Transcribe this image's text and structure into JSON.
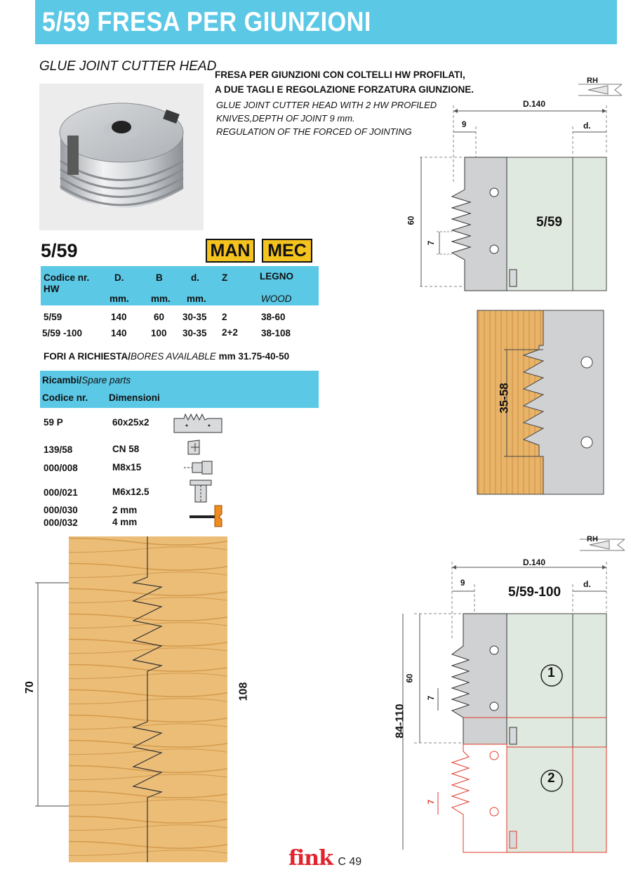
{
  "header": {
    "title": "5/59 FRESA PER GIUNZIONI"
  },
  "product": {
    "subtitle": "GLUE JOINT CUTTER HEAD",
    "desc_it_1": "FRESA PER GIUNZIONI CON COLTELLI HW PROFILATI,",
    "desc_it_2": "A DUE TAGLI E REGOLAZIONE FORZATURA GIUNZIONE.",
    "desc_en_1": "GLUE JOINT CUTTER HEAD  WITH 2 HW PROFILED",
    "desc_en_2": "KNIVES,DEPTH OF JOINT 9 mm.",
    "desc_en_3": "REGULATION OF THE FORCED OF JOINTING",
    "code": "5/59",
    "badge_man": "MAN",
    "badge_mec": "MEC"
  },
  "table": {
    "head": {
      "code_1": "Codice nr.",
      "code_2": "HW",
      "d": "D.",
      "b": "B",
      "bore": "d.",
      "z": "Z",
      "legno": "LEGNO",
      "unit_d": "mm.",
      "unit_b": "mm.",
      "unit_bore": "mm.",
      "wood": "WOOD"
    },
    "rows": [
      {
        "code": "5/59",
        "d": "140",
        "b": "60",
        "bore": "30-35",
        "z": "2",
        "legno": "38-60"
      },
      {
        "code": "5/59 -100",
        "d": "140",
        "b": "100",
        "bore": "30-35",
        "z": "2+2",
        "legno": "38-108"
      }
    ]
  },
  "bores": {
    "label_it": "FORI A RICHIESTA/",
    "label_en": "BORES AVAILABLE",
    "values": " mm 31.75-40-50"
  },
  "spares": {
    "title_it": "Ricambi/",
    "title_en": "Spare parts",
    "col_code": "Codice nr.",
    "col_dim": "Dimensioni",
    "items": [
      {
        "code": "59 P",
        "dim": "60x25x2"
      },
      {
        "code": "139/58",
        "dim": "CN 58"
      },
      {
        "code": "000/008",
        "dim": "M8x15"
      },
      {
        "code": "000/021",
        "dim": "M6x12.5"
      },
      {
        "code": "000/030",
        "dim": "2 mm"
      },
      {
        "code": "000/032",
        "dim": "4 mm"
      }
    ]
  },
  "diagram_top": {
    "rh": "RH",
    "d140": "D.140",
    "nine": "9",
    "d_small": "d.",
    "sixty": "60",
    "seven": "7",
    "label": "5/59"
  },
  "diagram_wood": {
    "label": "35-58"
  },
  "diagram_bottom": {
    "rh": "RH",
    "d140": "D.140",
    "nine": "9",
    "d_small": "d.",
    "label": "5/59-100",
    "sixty": "60",
    "seven": "7",
    "seven_red": "7",
    "range": "84-110",
    "circle_1": "1",
    "circle_2": "2"
  },
  "joint_board": {
    "left_dim": "70",
    "right_dim": "108"
  },
  "footer": {
    "logo": "fink",
    "page": "C 49"
  },
  "colors": {
    "accent": "#5bc8e6",
    "badge": "#f5c31e",
    "red": "#e23a2a",
    "wood": "#e8b46a"
  }
}
